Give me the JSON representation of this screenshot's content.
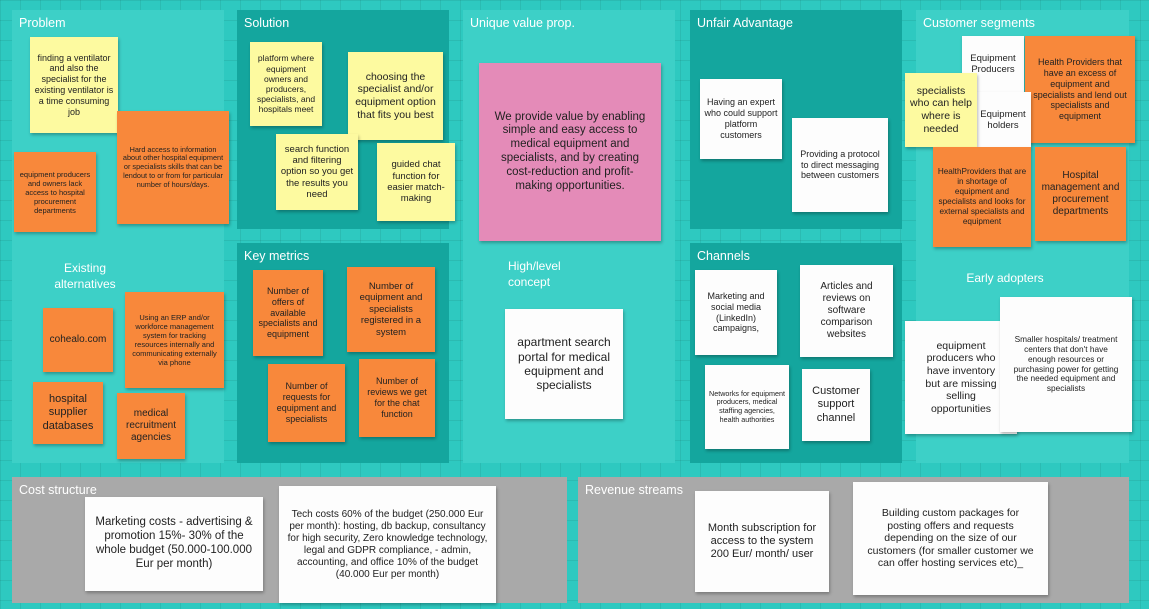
{
  "panels": {
    "problem": "Problem",
    "solution": "Solution",
    "uvp": "Unique value prop.",
    "unfair": "Unfair Advantage",
    "segments": "Customer segments",
    "metrics": "Key metrics",
    "channels": "Channels",
    "cost": "Cost structure",
    "revenue": "Revenue streams"
  },
  "labels": {
    "existing_alternatives": "Existing alternatives",
    "high_level_concept": "High/level concept",
    "early_adopters": "Early adopters"
  },
  "notes": {
    "p1": "finding a ventilator and also the specialist for the existing ventilator is a time consuming job",
    "p2": "Hard access to information about other hospital equipment or specialists skills that can be lendout to or from for particular number of hours/days.",
    "p3": "equipment producers and owners lack access to hospital procurement departments",
    "p4": "cohealo.com",
    "p5": "Using an ERP and/or workforce management system for tracking resources internally and communicating externally via phone",
    "p6": "hospital supplier databases",
    "p7": "medical recruitment agencies",
    "s1": "platform where equipment owners and producers, specialists, and hospitals meet",
    "s2": "choosing the specialist and/or equipment option that fits you best",
    "s3": "search function and filtering option so you get the results you need",
    "s4": "guided chat function for easier match-making",
    "k1": "Number of offers of available specialists and equipment",
    "k2": "Number of equipment and specialists registered in a system",
    "k3": "Number of requests for equipment and specialists",
    "k4": "Number of reviews we get for the chat function",
    "u1": "We provide value by enabling simple and easy access to medical equipment and specialists, and by creating cost-reduction and profit-making opportunities.",
    "u2": "apartment search portal for medical equipment and specialists",
    "a1": "Having an expert who could support platform customers",
    "a2": "Providing a protocol to direct messaging between customers",
    "c1": "Marketing and social media (LinkedIn) campaigns,",
    "c2": "Articles and reviews on software comparison websites",
    "c3": "Networks for equipment producers, medical staffing agencies, health authorities",
    "c4": "Customer support channel",
    "g1": "Equipment Producers",
    "g2": "Health Providers that have an excess of equipment and specialists and lend out specialists and equipment",
    "g3": "specialists who can help where is needed",
    "g4": "Equipment holders",
    "g5": "HealthProviders that are in shortage of equipment and specialists and looks for external specialists and equipment",
    "g6": "Hospital management and procurement departments",
    "g7": "equipment producers who have inventory but are missing selling opportunities",
    "g8": "Smaller hospitals/ treatment centers that don't have enough resources or purchasing power for getting the needed equipment and specialists",
    "cs1": "Marketing costs - advertising & promotion 15%- 30% of the whole budget (50.000-100.000 Eur per month)",
    "cs2": "Tech costs 60% of the budget (250.000 Eur per month): hosting, db backup, consultancy for high security, Zero knowledge technology, legal and GDPR compliance, - admin, accounting, and office 10% of the budget (40.000 Eur per month)",
    "r1": "Month subscription for access to the system 200 Eur/ month/ user",
    "r2": "Building custom packages for posting offers and requests depending on the size of our customers (for smaller customer we can offer hosting services etc)_"
  },
  "colors": {
    "board": "#2ec9c0",
    "panel_light": "#3dd0c7",
    "panel_dark": "#14a69e",
    "panel_grey": "#a9a9a9",
    "sticky_yellow": "#fdfaa0",
    "sticky_orange": "#f8883b",
    "sticky_white": "#fdfdfd",
    "sticky_pink": "#e48bb8"
  }
}
